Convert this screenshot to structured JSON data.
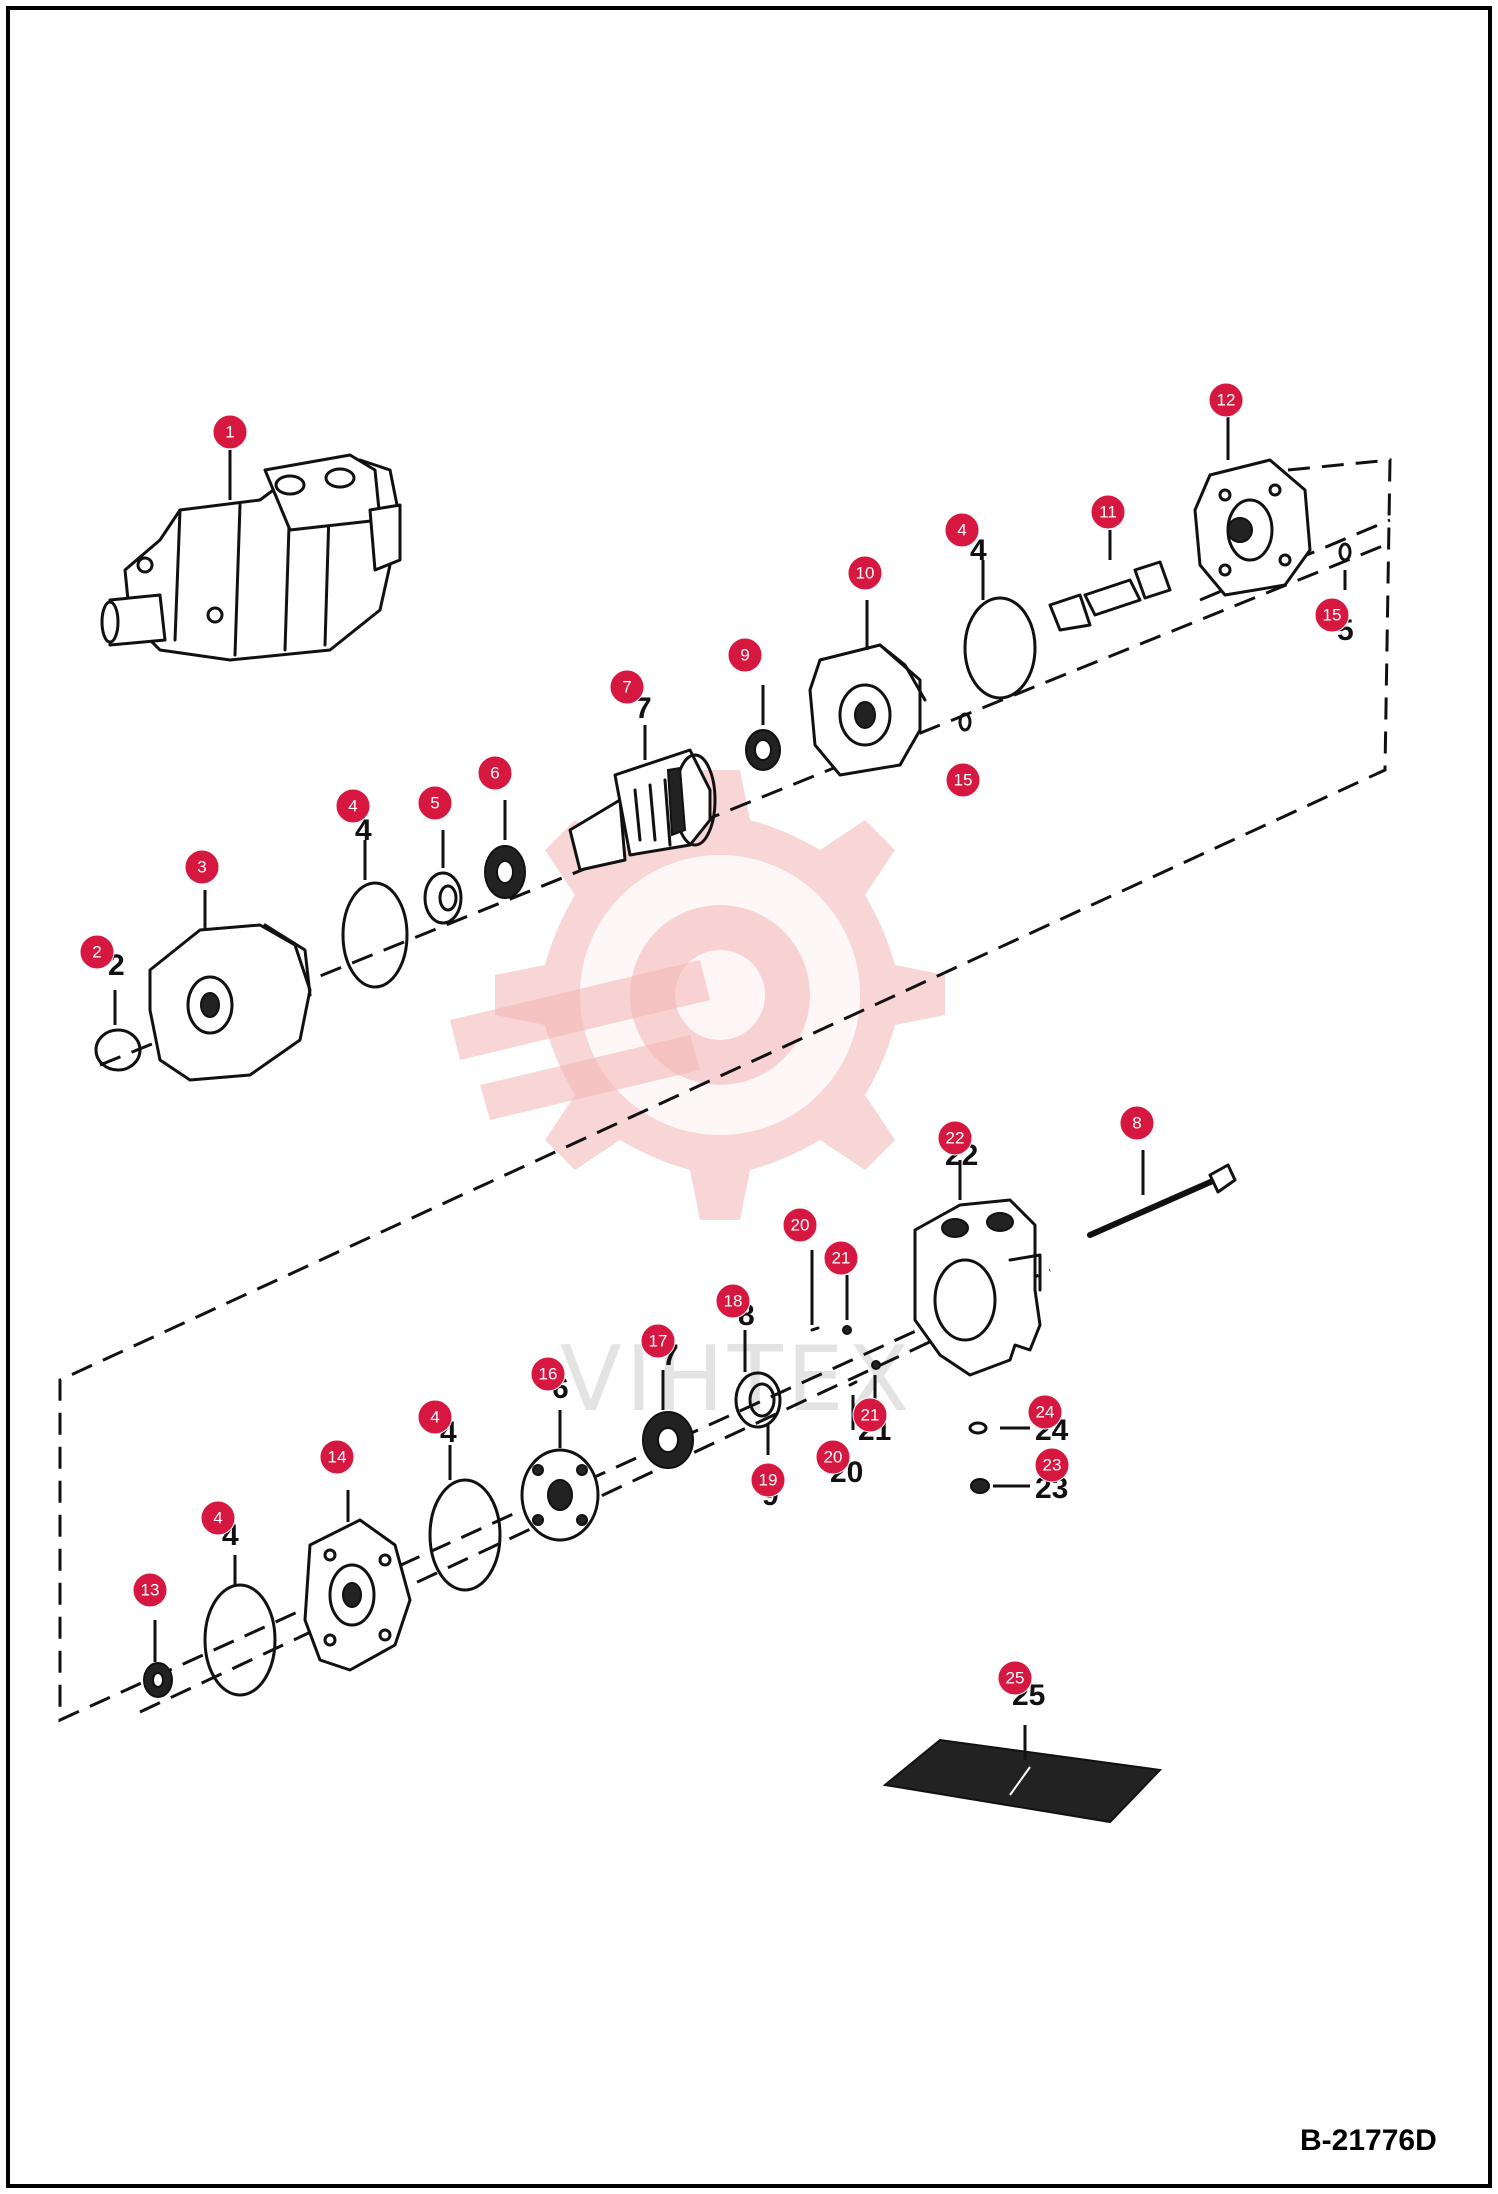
{
  "diagram_code": "B-21776D",
  "watermark_text": "VIHTEX",
  "callouts": [
    {
      "id": "1",
      "badge": "1",
      "printed": ""
    },
    {
      "id": "2",
      "badge": "2",
      "printed": "2"
    },
    {
      "id": "3",
      "badge": "3",
      "printed": ""
    },
    {
      "id": "4a",
      "badge": "4",
      "printed": "4"
    },
    {
      "id": "5",
      "badge": "5",
      "printed": ""
    },
    {
      "id": "6",
      "badge": "6",
      "printed": ""
    },
    {
      "id": "7",
      "badge": "7",
      "printed": "7"
    },
    {
      "id": "9",
      "badge": "9",
      "printed": ""
    },
    {
      "id": "10",
      "badge": "10",
      "printed": ""
    },
    {
      "id": "15a",
      "badge": "15",
      "printed": ""
    },
    {
      "id": "4b",
      "badge": "4",
      "printed": "4"
    },
    {
      "id": "11",
      "badge": "11",
      "printed": ""
    },
    {
      "id": "12",
      "badge": "12",
      "printed": ""
    },
    {
      "id": "15b",
      "badge": "15",
      "printed": "5"
    },
    {
      "id": "22",
      "badge": "22",
      "printed": "22"
    },
    {
      "id": "8",
      "badge": "8",
      "printed": ""
    },
    {
      "id": "20a",
      "badge": "20",
      "printed": ""
    },
    {
      "id": "21a",
      "badge": "21",
      "printed": ""
    },
    {
      "id": "18",
      "badge": "18",
      "printed": "8"
    },
    {
      "id": "17",
      "badge": "17",
      "printed": "7"
    },
    {
      "id": "16",
      "badge": "16",
      "printed": "6"
    },
    {
      "id": "4c",
      "badge": "4",
      "printed": "4"
    },
    {
      "id": "14",
      "badge": "14",
      "printed": ""
    },
    {
      "id": "4d",
      "badge": "4",
      "printed": "4"
    },
    {
      "id": "13",
      "badge": "13",
      "printed": ""
    },
    {
      "id": "19",
      "badge": "19",
      "printed": "9"
    },
    {
      "id": "21b",
      "badge": "21",
      "printed": "21"
    },
    {
      "id": "20b",
      "badge": "20",
      "printed": "20"
    },
    {
      "id": "24",
      "badge": "24",
      "printed": "24"
    },
    {
      "id": "23",
      "badge": "23",
      "printed": "23"
    },
    {
      "id": "25",
      "badge": "25",
      "printed": "25"
    }
  ]
}
